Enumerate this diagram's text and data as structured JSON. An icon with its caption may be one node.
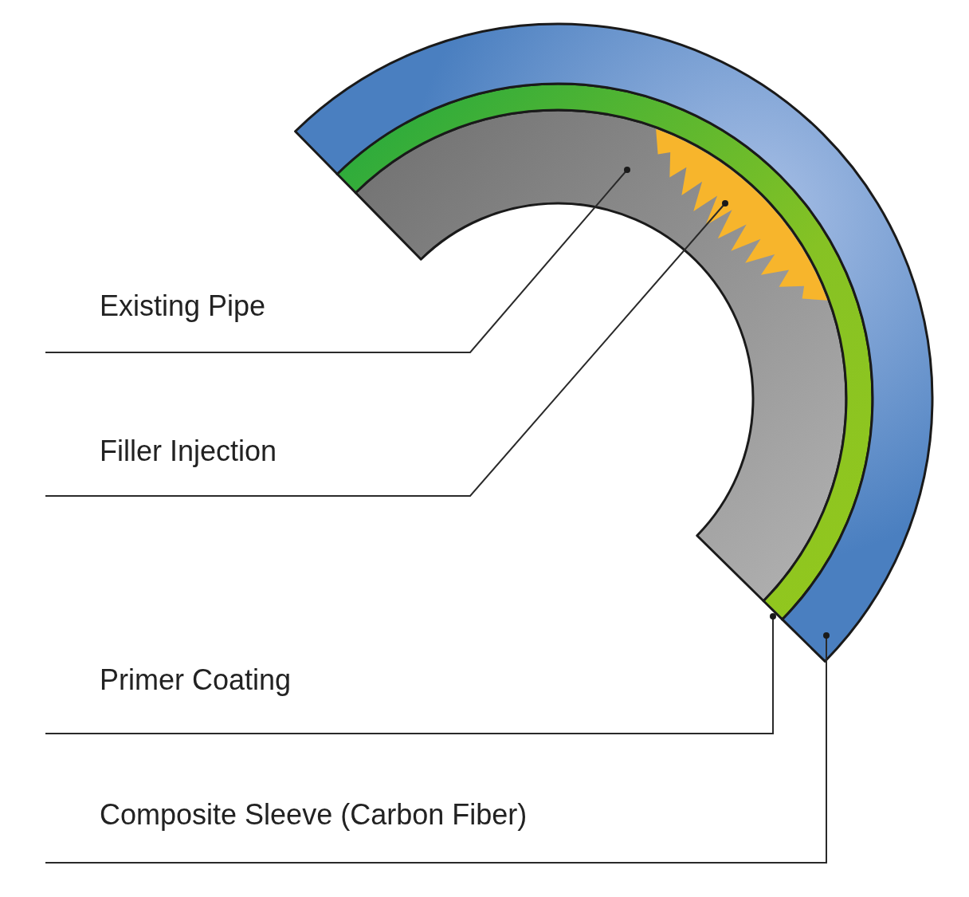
{
  "diagram": {
    "nodes": [
      {
        "text": [
          "Existing Pipe"
        ]
      },
      {
        "text": [
          "Filler Injection"
        ]
      },
      {
        "text": [
          "Primer Coating"
        ]
      },
      {
        "text": [
          "Composite Sleeve (Carbon Fiber)"
        ]
      },
      {
        "text": [],
        "shape": "band"
      },
      {
        "text": [],
        "shape": "star",
        "in": 4
      },
      {
        "text": [],
        "shape": "band"
      },
      {
        "text": [],
        "shape": "band"
      }
    ],
    "edges": [
      {
        "from": 0,
        "to": 4,
        "arrow": "other"
      },
      {
        "from": 1,
        "to": 5,
        "arrow": "other"
      },
      {
        "from": 2,
        "to": 6,
        "arrow": "other"
      },
      {
        "from": 3,
        "to": 7,
        "arrow": "other"
      }
    ]
  }
}
